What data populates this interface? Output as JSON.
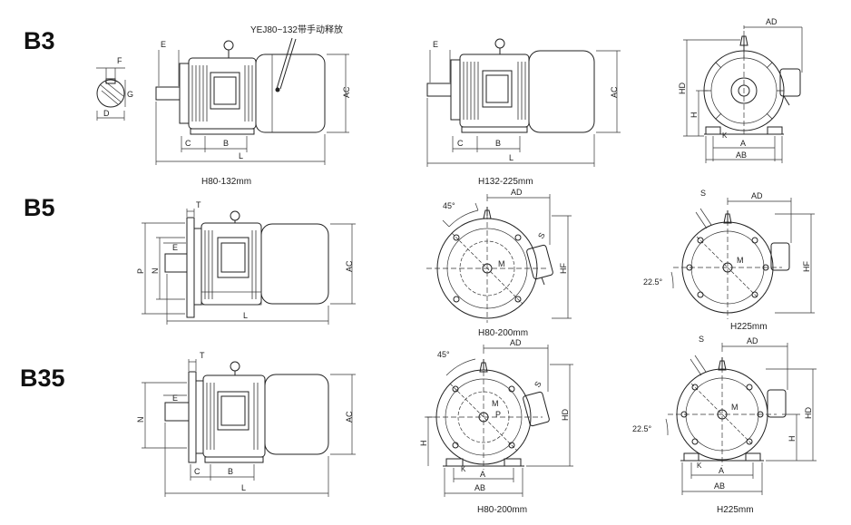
{
  "rows": [
    {
      "title": "B3"
    },
    {
      "title": "B5"
    },
    {
      "title": "B35"
    }
  ],
  "note": "YEJ80~132带手动释放",
  "captions": {
    "b3_a": "H80-132mm",
    "b3_b": "H132-225mm",
    "b5_mid": "H80-200mm",
    "b5_right": "H225mm",
    "b35_mid": "H80-200mm",
    "b35_right": "H225mm"
  },
  "labels": {
    "E": "E",
    "F": "F",
    "G": "G",
    "D": "D",
    "C": "C",
    "B": "B",
    "L": "L",
    "AC": "AC",
    "AD": "AD",
    "HD": "HD",
    "H": "H",
    "A": "A",
    "AB": "AB",
    "K": "K",
    "T": "T",
    "P": "P",
    "N": "N",
    "M": "M",
    "S": "S",
    "HF": "HF",
    "angle45": "45°",
    "angle225": "22.5°"
  },
  "colors": {
    "ink": "#222222",
    "background": "#ffffff"
  },
  "icons": [
    "lifting-eye-icon",
    "terminal-box-icon",
    "flange-icon",
    "foot-icon"
  ]
}
